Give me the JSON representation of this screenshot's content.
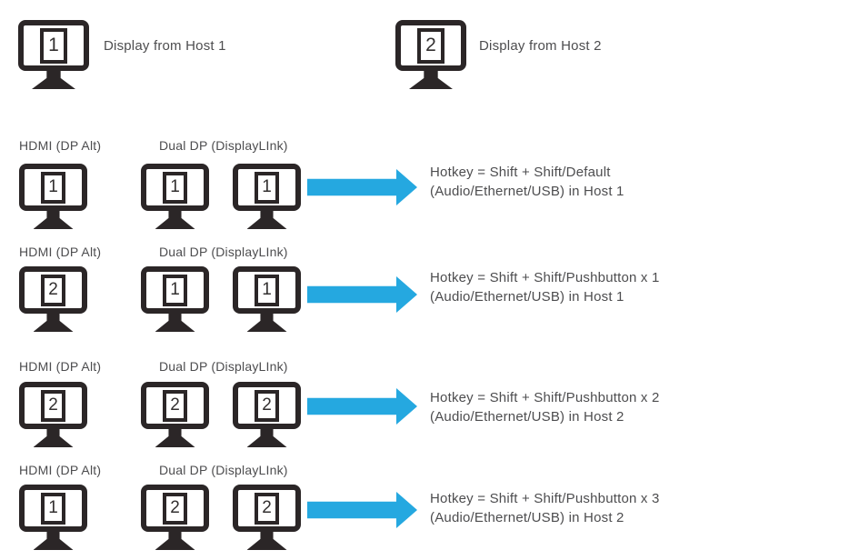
{
  "colors": {
    "ink": "#2B2627",
    "text": "#4D4D4F",
    "arrow": "#25A8E0"
  },
  "legend": [
    {
      "monitor_number": "1",
      "label": "Display from Host 1"
    },
    {
      "monitor_number": "2",
      "label": "Display from Host 2"
    }
  ],
  "rows": [
    {
      "hdmi_label": "HDMI (DP Alt)",
      "dual_dp_label": "Dual DP (DisplayLInk)",
      "hdmi_monitor": "1",
      "dual_dp_monitors": [
        "1",
        "1"
      ],
      "hotkey_line1": "Hotkey = Shift + Shift/Default",
      "hotkey_line2": "(Audio/Ethernet/USB) in Host 1"
    },
    {
      "hdmi_label": "HDMI (DP Alt)",
      "dual_dp_label": "Dual DP (DisplayLInk)",
      "hdmi_monitor": "2",
      "dual_dp_monitors": [
        "1",
        "1"
      ],
      "hotkey_line1": "Hotkey = Shift + Shift/Pushbutton x 1",
      "hotkey_line2": "(Audio/Ethernet/USB) in Host 1"
    },
    {
      "hdmi_label": "HDMI (DP Alt)",
      "dual_dp_label": "Dual DP (DisplayLInk)",
      "hdmi_monitor": "2",
      "dual_dp_monitors": [
        "2",
        "2"
      ],
      "hotkey_line1": "Hotkey = Shift + Shift/Pushbutton x 2",
      "hotkey_line2": "(Audio/Ethernet/USB) in Host 2"
    },
    {
      "hdmi_label": "HDMI (DP Alt)",
      "dual_dp_label": "Dual DP (DisplayLInk)",
      "hdmi_monitor": "1",
      "dual_dp_monitors": [
        "2",
        "2"
      ],
      "hotkey_line1": "Hotkey = Shift + Shift/Pushbutton x 3",
      "hotkey_line2": "(Audio/Ethernet/USB) in Host 2"
    }
  ]
}
